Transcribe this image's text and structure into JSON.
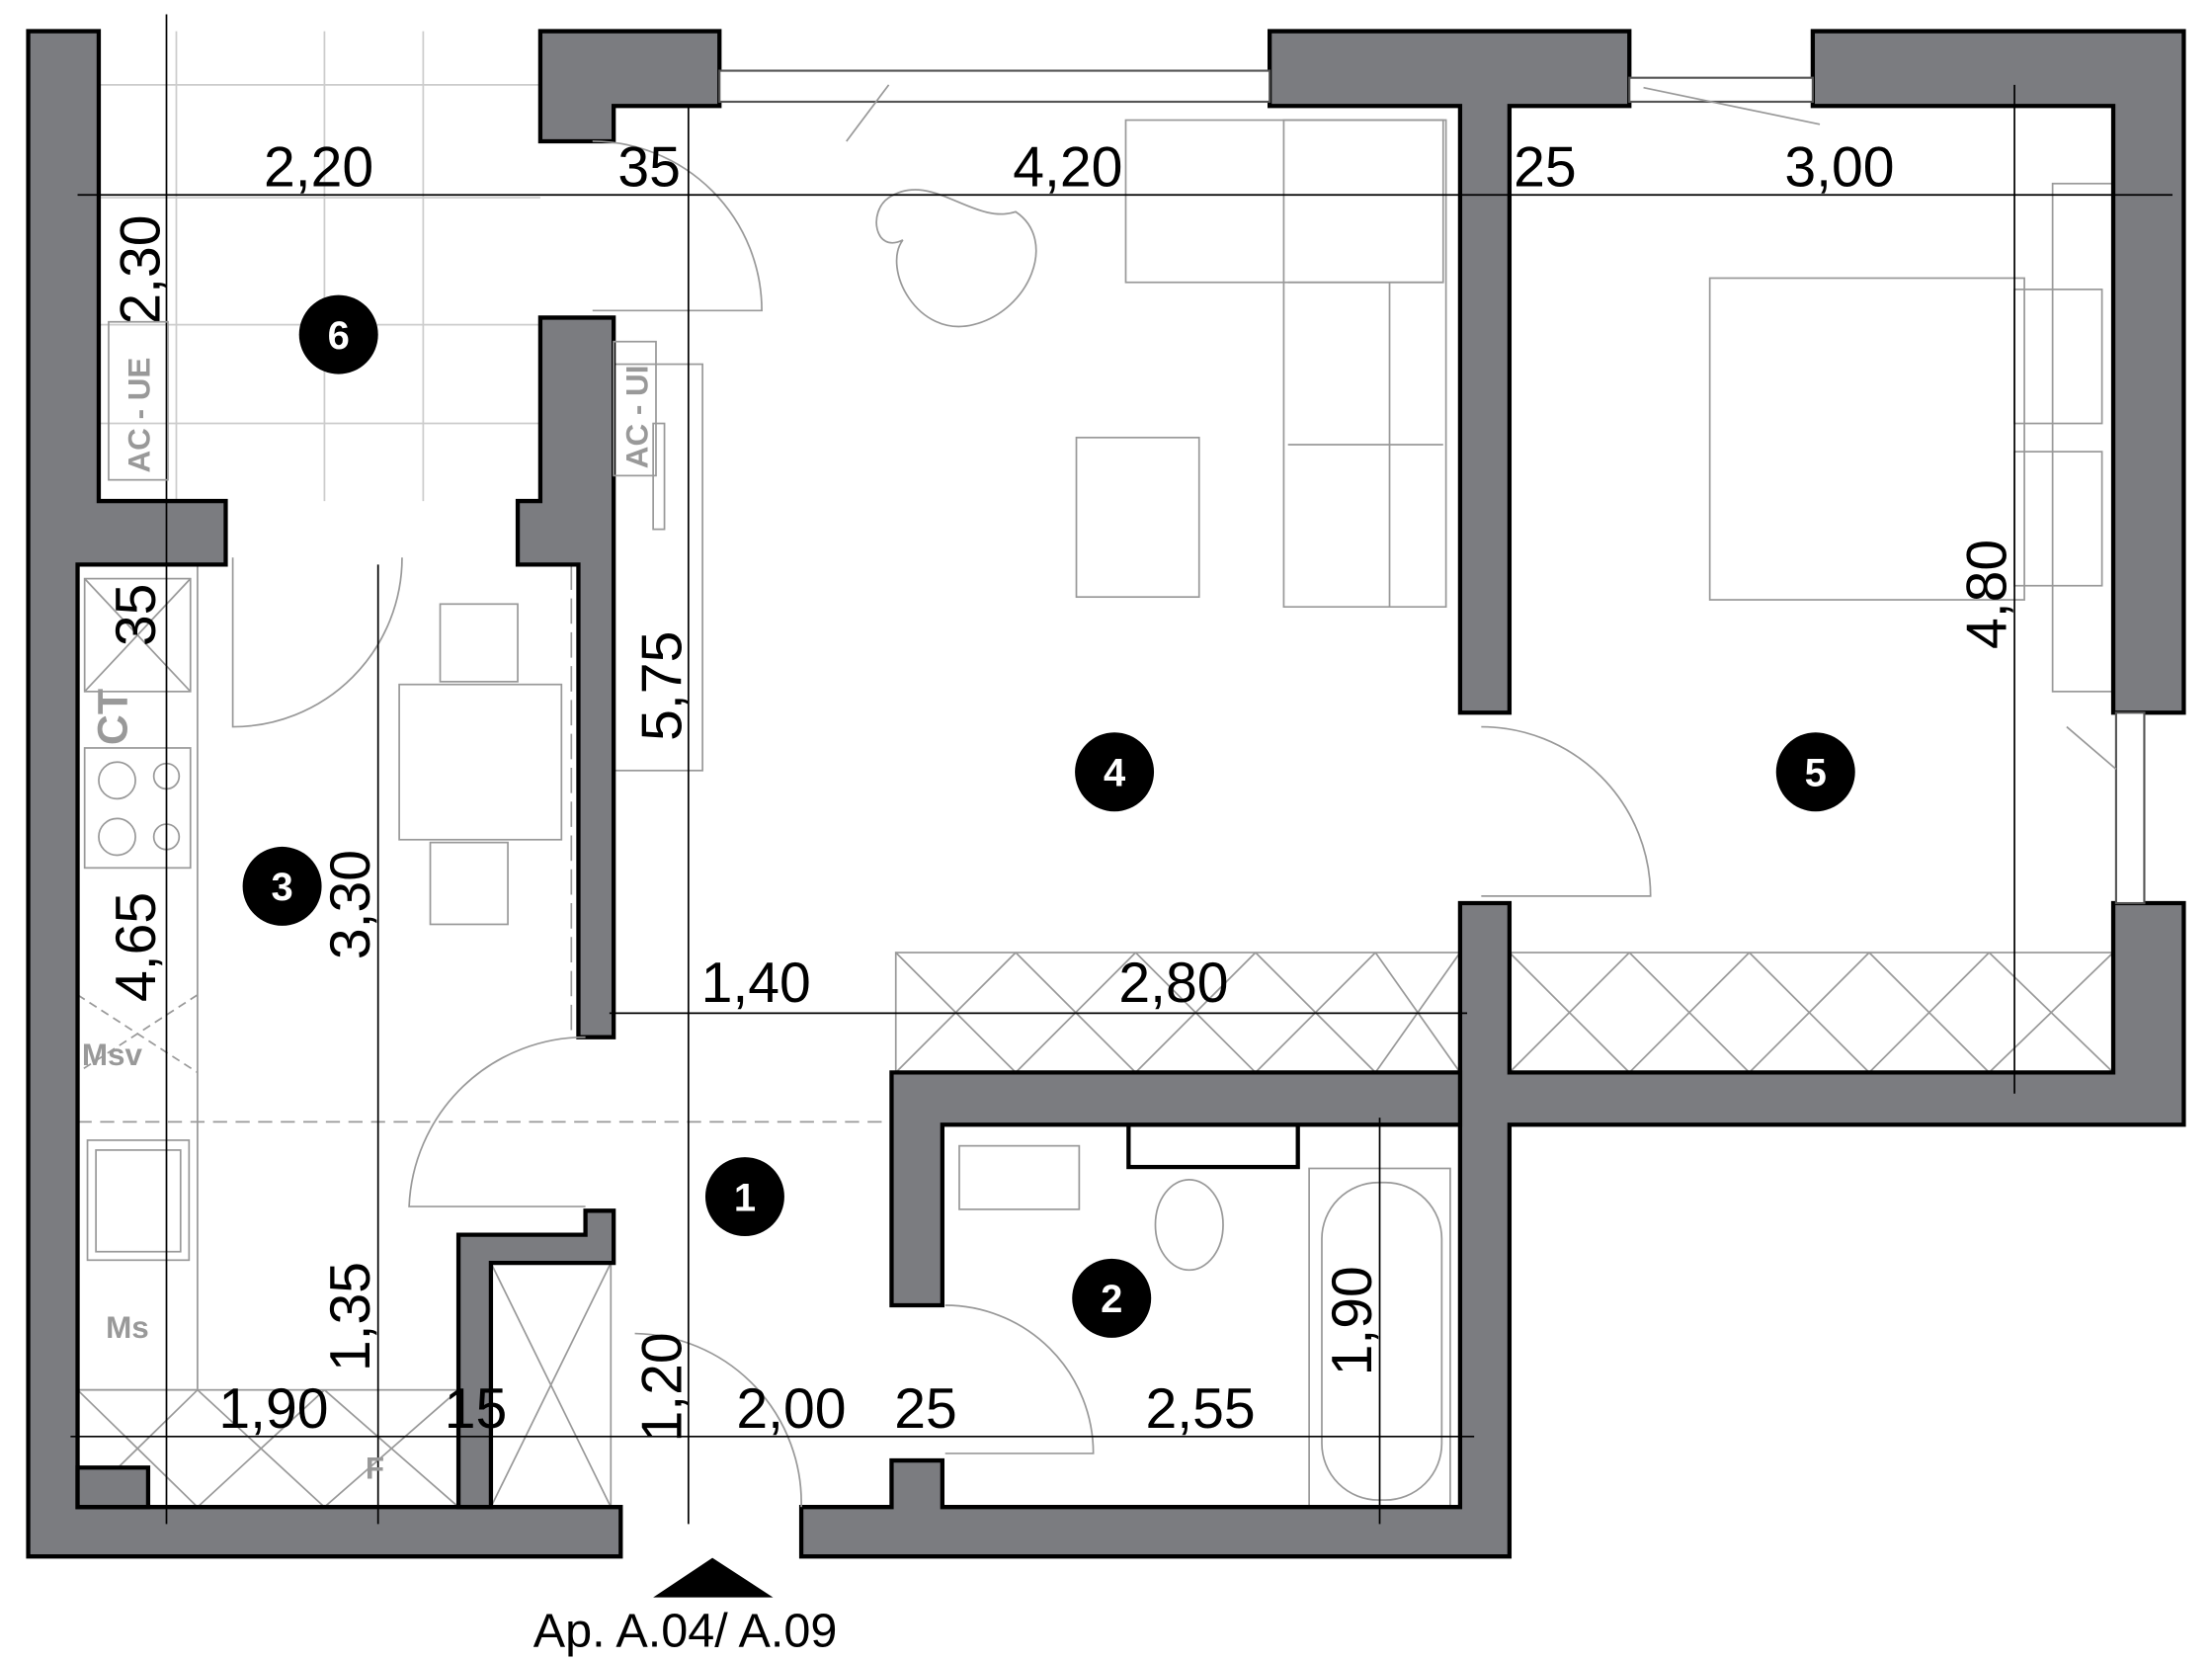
{
  "plan": {
    "caption": "Ap. A.04/ A.09",
    "rooms": [
      "1",
      "2",
      "3",
      "4",
      "5",
      "6"
    ],
    "dimensions": {
      "balcony_width": "2,20",
      "balcony_door_offset": "35",
      "living_width": "4,20",
      "wall_living_bedroom": "25",
      "bedroom_width": "3,00",
      "balcony_depth": "2,30",
      "living_depth": "5,75",
      "bedroom_depth": "4,80",
      "kitchen_top": "35",
      "kitchen_depth": "4,65",
      "kitchen_inner": "3,30",
      "hall_left": "1,40",
      "wardrobe": "2,80",
      "hall_lower": "1,35",
      "kitchen_width": "1,90",
      "inner_wall": "15",
      "entrance_depth": "1,20",
      "hall_width": "2,00",
      "bath_wall": "25",
      "bath_width": "2,55",
      "bath_depth": "1,90"
    },
    "labels": {
      "ac_outdoor": "AC - UE",
      "ac_indoor": "AC - UI",
      "boiler": "CT",
      "dishwasher": "Msv",
      "washer": "Ms",
      "fridge": "F"
    },
    "colors": {
      "wall": "#7b7c80",
      "room_marker": "#000000"
    }
  }
}
